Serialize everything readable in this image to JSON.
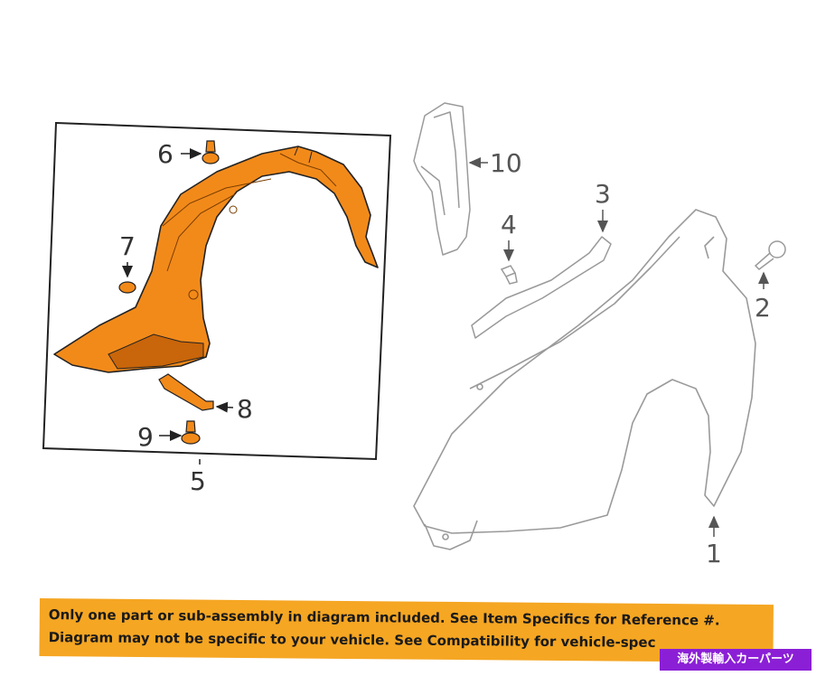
{
  "colors": {
    "highlight_part": "#f28a1a",
    "highlight_shadow": "#c9650a",
    "outline": "#222222",
    "gray_part": "#9a9a9a",
    "banner_bg": "#f5a623",
    "badge_bg": "#8b1fd6"
  },
  "callouts": {
    "c1": "1",
    "c2": "2",
    "c3": "3",
    "c4": "4",
    "c5": "5",
    "c6": "6",
    "c7": "7",
    "c8": "8",
    "c9": "9",
    "c10": "10"
  },
  "notice": {
    "line1": "Only one part or sub-assembly in diagram included. See Item Specifics for Reference #.",
    "line2": "Diagram may not be specific to your vehicle. See Compatibility for vehicle-spec"
  },
  "badge": {
    "text": "海外製輸入カーパーツ"
  },
  "icons": {
    "fender_liner": "fender-liner-icon",
    "fender": "fender-panel-icon",
    "bolt": "bolt-icon",
    "clip": "clip-icon",
    "bracket": "bracket-icon",
    "seal": "seal-strip-icon",
    "pillar_bracket": "pillar-bracket-icon"
  }
}
